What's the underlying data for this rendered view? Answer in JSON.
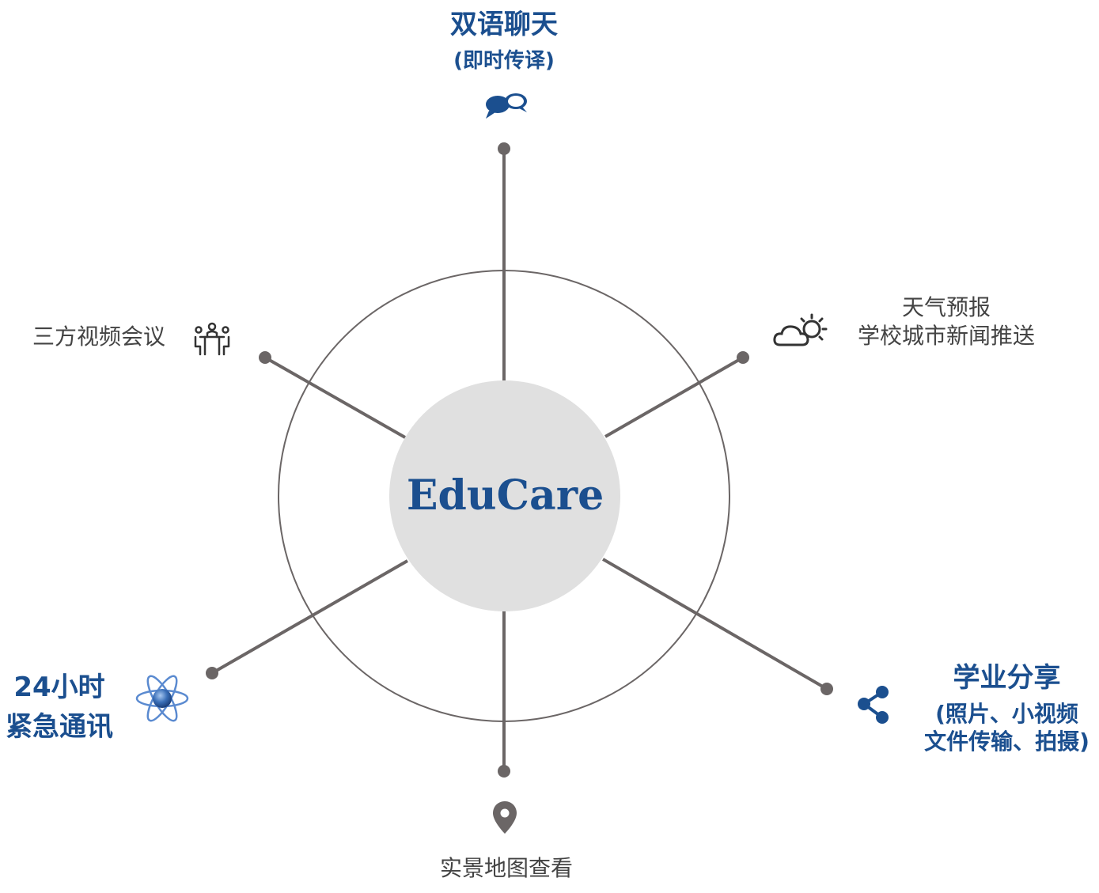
{
  "center": {
    "title": "EduCare"
  },
  "nodes": {
    "bilingual_chat": {
      "title": "双语聊天",
      "subtitle": "(即时传译)",
      "icon": "chat-bubbles-icon",
      "color": "#1b4f8f"
    },
    "weather_news": {
      "line1": "天气预报",
      "line2": "学校城市新闻推送",
      "icon": "cloud-sun-icon",
      "color": "#444444"
    },
    "study_share": {
      "title": "学业分享",
      "line2": "(照片、小视频",
      "line3": "文件传输、拍摄)",
      "icon": "share-icon",
      "color": "#1b4f8f"
    },
    "map_view": {
      "title": "实景地图查看",
      "icon": "map-pin-icon",
      "color": "#444444"
    },
    "emergency": {
      "line1": "24小时",
      "line2": "紧急通讯",
      "icon": "atom-globe-icon",
      "color": "#1b4f8f"
    },
    "video_conf": {
      "title": "三方视频会议",
      "icon": "meeting-icon",
      "color": "#444444"
    }
  },
  "colors": {
    "accent": "#1b4f8f",
    "line": "#6b6666",
    "hub_fill": "#e0e0e0"
  }
}
